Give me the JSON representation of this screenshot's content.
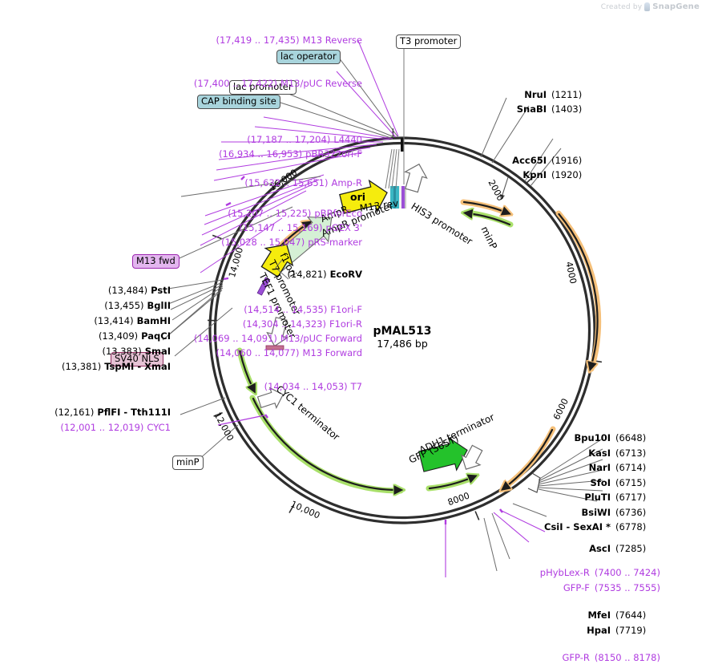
{
  "app": {
    "watermark_prefix": "Created by",
    "watermark_brand": "SnapGene",
    "logo_icon": "snapgene-logo-icon"
  },
  "plasmid": {
    "name": "pMAL513",
    "size_label": "17,486 bp",
    "length_bp": 17486
  },
  "ruler_ticks": [
    {
      "label": "2000",
      "bp": 2000
    },
    {
      "label": "4000",
      "bp": 4000
    },
    {
      "label": "6000",
      "bp": 6000
    },
    {
      "label": "8000",
      "bp": 8000
    },
    {
      "label": "10,000",
      "bp": 10000
    },
    {
      "label": "12,000",
      "bp": 12000
    },
    {
      "label": "14,000",
      "bp": 14000
    },
    {
      "label": "16,000",
      "bp": 16000
    }
  ],
  "features": [
    {
      "name": "ori",
      "style": "yellow-arrow"
    },
    {
      "name": "AmpR",
      "style": "pale-green-arrow"
    },
    {
      "name": "AmpR promoter",
      "style": "line"
    },
    {
      "name": "M13 rev",
      "style": "primer-block"
    },
    {
      "name": "HIS3 promoter",
      "style": "white-arrow"
    },
    {
      "name": "minP",
      "style": "thin-arrow"
    },
    {
      "name": "f1 ori",
      "style": "yellow-arrow"
    },
    {
      "name": "T7 promoter",
      "style": "violet-block"
    },
    {
      "name": "TEF1 promoter",
      "style": "white-arrow"
    },
    {
      "name": "CYC1 terminator",
      "style": "white-arrow"
    },
    {
      "name": "GFP (S65T)",
      "style": "green-arrow"
    },
    {
      "name": "ADH1 terminator",
      "style": "white-arrow"
    }
  ],
  "badges": [
    {
      "id": "lac-operator",
      "label": "lac operator",
      "color": "teal"
    },
    {
      "id": "lac-promoter",
      "label": "lac promoter",
      "color": "white"
    },
    {
      "id": "cap-binding-site",
      "label": "CAP binding site",
      "color": "teal"
    },
    {
      "id": "t3-promoter",
      "label": "T3 promoter",
      "color": "white"
    },
    {
      "id": "m13-fwd",
      "label": "M13 fwd",
      "color": "violet"
    },
    {
      "id": "sv40-nls",
      "label": "SV40 NLS",
      "color": "pink"
    },
    {
      "id": "minp",
      "label": "minP",
      "color": "white"
    }
  ],
  "labels_top_left": [
    {
      "pos": "(17,419 .. 17,435)",
      "name": "M13 Reverse",
      "kind": "primer"
    },
    {
      "pos": "(17,400 .. 17,422)",
      "name": "M13/pUC Reverse",
      "kind": "primer"
    },
    {
      "pos": "(17,187 .. 17,204)",
      "name": "L4440",
      "kind": "primer"
    },
    {
      "pos": "(16,934 .. 16,953)",
      "name": "pBR322ori-F",
      "kind": "primer"
    },
    {
      "pos": "(15,632 .. 15,651)",
      "name": "Amp-R",
      "kind": "primer"
    },
    {
      "pos": "(15,207 .. 15,225)",
      "name": "pBRforEco",
      "kind": "primer"
    },
    {
      "pos": "(15,147 .. 15,169)",
      "name": "pGEX 3'",
      "kind": "primer"
    },
    {
      "pos": "(15,028 .. 15,047)",
      "name": "pRS-marker",
      "kind": "primer"
    },
    {
      "pos": "(14,821)",
      "name": "EcoRV",
      "kind": "enzyme"
    },
    {
      "pos": "(14,514 .. 14,535)",
      "name": "F1ori-F",
      "kind": "primer"
    },
    {
      "pos": "(14,304 .. 14,323)",
      "name": "F1ori-R",
      "kind": "primer"
    },
    {
      "pos": "(14,069 .. 14,091)",
      "name": "M13/pUC Forward",
      "kind": "primer"
    },
    {
      "pos": "(14,060 .. 14,077)",
      "name": "M13 Forward",
      "kind": "primer"
    },
    {
      "pos": "(14,034 .. 14,053)",
      "name": "T7",
      "kind": "primer"
    }
  ],
  "labels_left": [
    {
      "pos": "(13,484)",
      "name": "PstI",
      "kind": "enzyme"
    },
    {
      "pos": "(13,455)",
      "name": "BglII",
      "kind": "enzyme"
    },
    {
      "pos": "(13,414)",
      "name": "BamHI",
      "kind": "enzyme"
    },
    {
      "pos": "(13,409)",
      "name": "PaqCI",
      "kind": "enzyme"
    },
    {
      "pos": "(13,383)",
      "name": "SmaI",
      "kind": "enzyme"
    },
    {
      "pos": "(13,381)",
      "name": "TspMI  - XmaI",
      "kind": "enzyme"
    },
    {
      "pos": "(12,161)",
      "name": "PflFI  - Tth111I",
      "kind": "enzyme"
    },
    {
      "pos": "(12,001 .. 12,019)",
      "name": "CYC1",
      "kind": "primer"
    }
  ],
  "labels_right_top": [
    {
      "name": "NruI",
      "pos": "(1211)",
      "kind": "enzyme"
    },
    {
      "name": "SnaBI",
      "pos": "(1403)",
      "kind": "enzyme"
    },
    {
      "name": "Acc65I",
      "pos": "(1916)",
      "kind": "enzyme"
    },
    {
      "name": "KpnI",
      "pos": "(1920)",
      "kind": "enzyme"
    }
  ],
  "labels_right_bottom": [
    {
      "name": "Bpu10I",
      "pos": "(6648)",
      "kind": "enzyme"
    },
    {
      "name": "KasI",
      "pos": "(6713)",
      "kind": "enzyme"
    },
    {
      "name": "NarI",
      "pos": "(6714)",
      "kind": "enzyme"
    },
    {
      "name": "SfoI",
      "pos": "(6715)",
      "kind": "enzyme"
    },
    {
      "name": "PluTI",
      "pos": "(6717)",
      "kind": "enzyme"
    },
    {
      "name": "BsiWI",
      "pos": "(6736)",
      "kind": "enzyme"
    },
    {
      "name": "CsiI  - SexAI *",
      "pos": "(6778)",
      "kind": "enzyme"
    },
    {
      "name": "AscI",
      "pos": "(7285)",
      "kind": "enzyme"
    },
    {
      "name": "pHybLex-R",
      "pos": "(7400 .. 7424)",
      "kind": "primer"
    },
    {
      "name": "GFP-F",
      "pos": "(7535 .. 7555)",
      "kind": "primer"
    },
    {
      "name": "MfeI",
      "pos": "(7644)",
      "kind": "enzyme"
    },
    {
      "name": "HpaI",
      "pos": "(7719)",
      "kind": "enzyme"
    },
    {
      "name": "GFP-R",
      "pos": "(8150 .. 8178)",
      "kind": "primer"
    }
  ],
  "colors": {
    "primer": "#b03ce0",
    "enzyme": "#000000",
    "backbone": "#2e2e2e",
    "orange_arc": "#f5c07a",
    "green_arc": "#a9e06a",
    "yellow_feature": "#f5ec0d",
    "pale_green_feature": "#cfeccf",
    "gfp_green": "#24c22b",
    "teal_badge": "#a8d4dc",
    "violet_badge": "#e3b6ef",
    "pink_badge": "#e6c3d5"
  }
}
